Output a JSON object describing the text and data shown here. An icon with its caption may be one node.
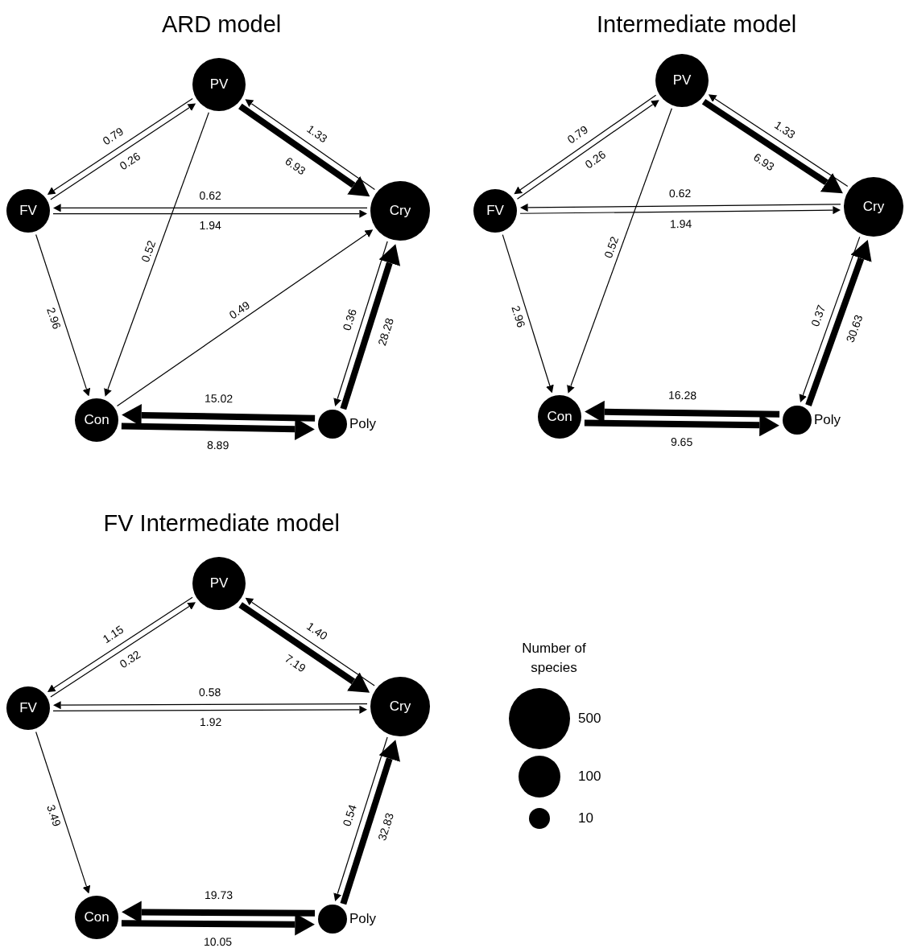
{
  "diagram": {
    "nodes": [
      {
        "text": [
          "PV"
        ]
      },
      {
        "text": [
          "FV"
        ]
      },
      {
        "text": [
          "Cry"
        ]
      },
      {
        "text": [
          "Con"
        ]
      },
      {
        "text": [
          "Poly"
        ]
      },
      {
        "text": [
          "PV"
        ]
      },
      {
        "text": [
          "FV"
        ]
      },
      {
        "text": [
          "Cry"
        ]
      },
      {
        "text": [
          "Con"
        ]
      },
      {
        "text": [
          "Poly"
        ]
      },
      {
        "text": [
          "PV"
        ]
      },
      {
        "text": [
          "FV"
        ]
      },
      {
        "text": [
          "Cry"
        ]
      },
      {
        "text": [
          "Con"
        ]
      },
      {
        "text": [
          "Poly"
        ]
      }
    ],
    "edges": [
      {
        "from": 0,
        "to": 1,
        "arrow": "to",
        "label": "0.79"
      },
      {
        "from": 1,
        "to": 0,
        "arrow": "to",
        "label": "0.26"
      },
      {
        "from": 2,
        "to": 0,
        "arrow": "to",
        "label": "1.33"
      },
      {
        "from": 0,
        "to": 2,
        "arrow": "to",
        "label": "6.93",
        "style": "thick"
      },
      {
        "from": 2,
        "to": 1,
        "arrow": "to",
        "label": "0.62"
      },
      {
        "from": 1,
        "to": 2,
        "arrow": "to",
        "label": "1.94"
      },
      {
        "from": 0,
        "to": 3,
        "arrow": "to",
        "label": "0.52"
      },
      {
        "from": 3,
        "to": 2,
        "arrow": "to",
        "label": "0.49"
      },
      {
        "from": 1,
        "to": 3,
        "arrow": "to",
        "label": "2.96"
      },
      {
        "from": 2,
        "to": 4,
        "arrow": "to",
        "label": "0.36"
      },
      {
        "from": 4,
        "to": 2,
        "arrow": "to",
        "label": "28.28",
        "style": "thick"
      },
      {
        "from": 4,
        "to": 3,
        "arrow": "to",
        "label": "15.02",
        "style": "thick"
      },
      {
        "from": 3,
        "to": 4,
        "arrow": "to",
        "label": "8.89",
        "style": "thick"
      },
      {
        "from": 5,
        "to": 6,
        "arrow": "to",
        "label": "0.79"
      },
      {
        "from": 6,
        "to": 5,
        "arrow": "to",
        "label": "0.26"
      },
      {
        "from": 7,
        "to": 5,
        "arrow": "to",
        "label": "1.33"
      },
      {
        "from": 5,
        "to": 7,
        "arrow": "to",
        "label": "6.93",
        "style": "thick"
      },
      {
        "from": 7,
        "to": 6,
        "arrow": "to",
        "label": "0.62"
      },
      {
        "from": 6,
        "to": 7,
        "arrow": "to",
        "label": "1.94"
      },
      {
        "from": 5,
        "to": 8,
        "arrow": "to",
        "label": "0.52"
      },
      {
        "from": 6,
        "to": 8,
        "arrow": "to",
        "label": "2.96"
      },
      {
        "from": 7,
        "to": 9,
        "arrow": "to",
        "label": "0.37"
      },
      {
        "from": 9,
        "to": 7,
        "arrow": "to",
        "label": "30.63",
        "style": "thick"
      },
      {
        "from": 9,
        "to": 8,
        "arrow": "to",
        "label": "16.28",
        "style": "thick"
      },
      {
        "from": 8,
        "to": 9,
        "arrow": "to",
        "label": "9.65",
        "style": "thick"
      },
      {
        "from": 10,
        "to": 11,
        "arrow": "to",
        "label": "1.15"
      },
      {
        "from": 11,
        "to": 10,
        "arrow": "to",
        "label": "0.32"
      },
      {
        "from": 12,
        "to": 10,
        "arrow": "to",
        "label": "1.40"
      },
      {
        "from": 10,
        "to": 12,
        "arrow": "to",
        "label": "7.19",
        "style": "thick"
      },
      {
        "from": 12,
        "to": 11,
        "arrow": "to",
        "label": "0.58"
      },
      {
        "from": 11,
        "to": 12,
        "arrow": "to",
        "label": "1.92"
      },
      {
        "from": 11,
        "to": 13,
        "arrow": "to",
        "label": "3.49"
      },
      {
        "from": 12,
        "to": 14,
        "arrow": "to",
        "label": "0.54"
      },
      {
        "from": 14,
        "to": 12,
        "arrow": "to",
        "label": "32.83",
        "style": "thick"
      },
      {
        "from": 14,
        "to": 13,
        "arrow": "to",
        "label": "19.73",
        "style": "thick"
      },
      {
        "from": 13,
        "to": 14,
        "arrow": "to",
        "label": "10.05",
        "style": "thick"
      }
    ],
    "labels": [
      "ARD model",
      "Intermediate model",
      "FV Intermediate model",
      "Number of species"
    ],
    "legend": [
      {
        "text": "500",
        "color": "#000000"
      },
      {
        "text": "100",
        "color": "#000000"
      },
      {
        "text": "10",
        "color": "#000000"
      }
    ]
  }
}
